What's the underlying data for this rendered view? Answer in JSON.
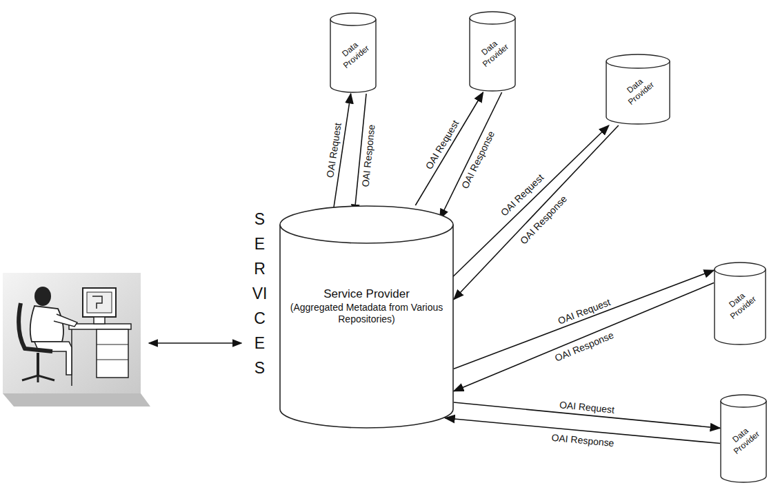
{
  "diagram": {
    "nodes": [
      {
        "text": [
          "Service Provider",
          "(Aggregated Metadata from Various Repositories)"
        ]
      },
      {
        "text": [
          "Data Provider"
        ]
      },
      {
        "text": [
          "Data Provider"
        ]
      },
      {
        "text": [
          "Data Provider"
        ]
      },
      {
        "text": [
          "Data Provider"
        ]
      },
      {
        "text": [
          "Data Provider"
        ]
      }
    ],
    "edges": [
      {
        "from": 0,
        "to": 1,
        "label": "OAI Request",
        "arrow": "to"
      },
      {
        "from": 1,
        "to": 0,
        "label": "OAI Response",
        "arrow": "to"
      },
      {
        "from": 0,
        "to": 2,
        "label": "OAI Request",
        "arrow": "to"
      },
      {
        "from": 2,
        "to": 0,
        "label": "OAI Response",
        "arrow": "to"
      },
      {
        "from": 0,
        "to": 3,
        "label": "OAI Request",
        "arrow": "to"
      },
      {
        "from": 3,
        "to": 0,
        "label": "OAI Response",
        "arrow": "to"
      },
      {
        "from": 0,
        "to": 4,
        "label": "OAI Request",
        "arrow": "to"
      },
      {
        "from": 4,
        "to": 0,
        "label": "OAI Response",
        "arrow": "to"
      },
      {
        "from": 0,
        "to": 5,
        "label": "OAI Request",
        "arrow": "to"
      },
      {
        "from": 5,
        "to": 0,
        "label": "OAI Response",
        "arrow": "to"
      }
    ],
    "labels": [
      "SERVICES"
    ]
  }
}
